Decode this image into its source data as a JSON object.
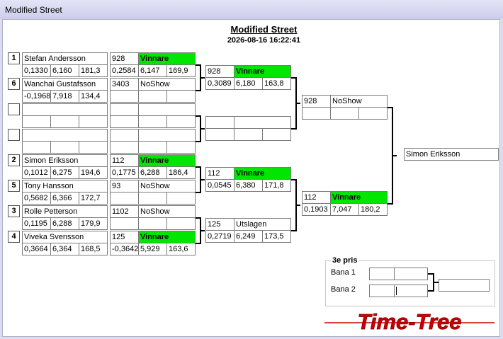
{
  "window": {
    "title": "Modified Street"
  },
  "header": {
    "title": "Modified Street",
    "datetime": "2026-08-16 16:22:41"
  },
  "seeds": [
    "1",
    "6",
    "",
    "",
    "2",
    "5",
    "3",
    "4"
  ],
  "drivers": [
    {
      "name": "Stefan Andersson",
      "rt": "0,1330",
      "et": "6,160",
      "speed": "181,3"
    },
    {
      "name": "Wanchai Gustafsson",
      "rt": "-0,1968",
      "et": "7,918",
      "speed": "134,4"
    },
    {
      "name": "",
      "rt": "",
      "et": "",
      "speed": ""
    },
    {
      "name": "",
      "rt": "",
      "et": "",
      "speed": ""
    },
    {
      "name": "Simon Eriksson",
      "rt": "0,1012",
      "et": "6,275",
      "speed": "194,6"
    },
    {
      "name": "Tony Hansson",
      "rt": "0,5682",
      "et": "6,366",
      "speed": "172,7"
    },
    {
      "name": "Rolle Petterson",
      "rt": "0,1195",
      "et": "6,288",
      "speed": "179,9"
    },
    {
      "name": "Viveka Svensson",
      "rt": "0,3664",
      "et": "6,364",
      "speed": "168,5"
    }
  ],
  "round1": [
    {
      "id": "928",
      "status": "Vinnare",
      "win": true,
      "rt": "0,2584",
      "et": "6,147",
      "speed": "169,9"
    },
    {
      "id": "3403",
      "status": "NoShow",
      "win": false,
      "rt": "",
      "et": "",
      "speed": ""
    },
    {
      "id": "",
      "status": "",
      "win": false,
      "rt": "",
      "et": "",
      "speed": ""
    },
    {
      "id": "",
      "status": "",
      "win": false,
      "rt": "",
      "et": "",
      "speed": ""
    },
    {
      "id": "112",
      "status": "Vinnare",
      "win": true,
      "rt": "0,1775",
      "et": "6,288",
      "speed": "186,4"
    },
    {
      "id": "93",
      "status": "NoShow",
      "win": false,
      "rt": "",
      "et": "",
      "speed": ""
    },
    {
      "id": "1102",
      "status": "NoShow",
      "win": false,
      "rt": "",
      "et": "",
      "speed": ""
    },
    {
      "id": "125",
      "status": "Vinnare",
      "win": true,
      "rt": "-0,3642",
      "et": "5,929",
      "speed": "163,6"
    }
  ],
  "round2": [
    {
      "id": "928",
      "status": "Vinnare",
      "win": true,
      "rt": "0,3089",
      "et": "6,180",
      "speed": "163,8"
    },
    {
      "id": "",
      "status": "",
      "win": false,
      "rt": "",
      "et": "",
      "speed": ""
    },
    {
      "id": "112",
      "status": "Vinnare",
      "win": true,
      "rt": "0,0545",
      "et": "6,380",
      "speed": "171,8"
    },
    {
      "id": "125",
      "status": "Utslagen",
      "win": false,
      "rt": "0,2719",
      "et": "6,249",
      "speed": "173,5"
    }
  ],
  "round3": [
    {
      "id": "928",
      "status": "NoShow",
      "win": false,
      "rt": "",
      "et": "",
      "speed": ""
    },
    {
      "id": "112",
      "status": "Vinnare",
      "win": true,
      "rt": "0,1903",
      "et": "7,047",
      "speed": "180,2"
    }
  ],
  "champion": "Simon Eriksson",
  "third_prize": {
    "title": "3e pris",
    "lane1": "Bana 1",
    "lane2": "Bana 2"
  },
  "logo_text": "Time-Tree",
  "colors": {
    "winner": "#00e600",
    "logo": "#cc0000"
  }
}
